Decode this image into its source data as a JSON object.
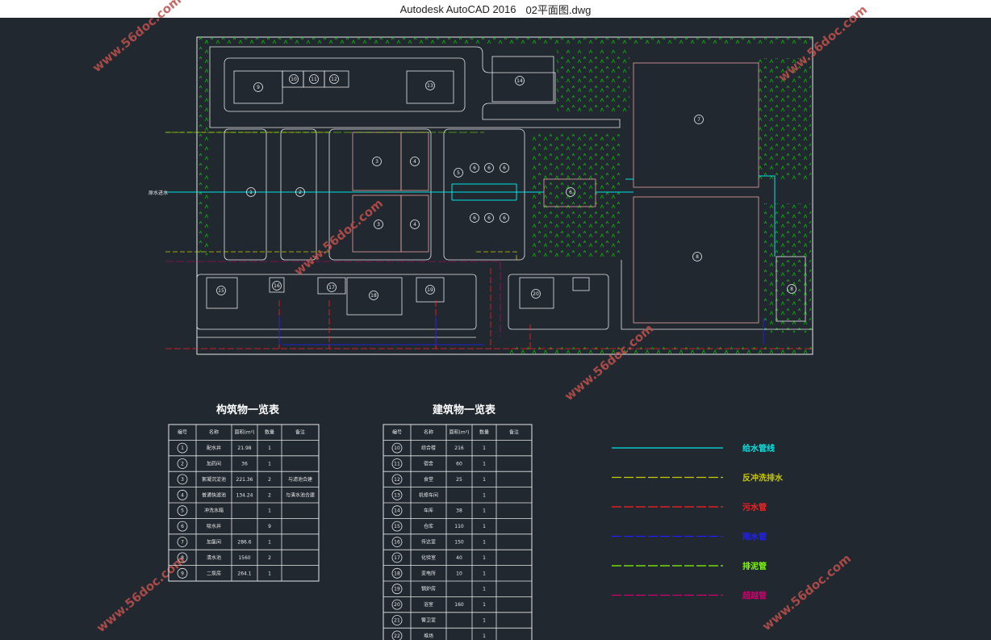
{
  "window": {
    "app_name": "Autodesk AutoCAD 2016",
    "file_name": "02平面图.dwg"
  },
  "watermark": "www.56doc.com",
  "colors": {
    "background": "#212830",
    "water": "#00e5e5",
    "backwash": "#c8c800",
    "sewage": "#ff2020",
    "rain": "#2020ff",
    "drain": "#7fff00",
    "pipe_other": "#d0006f",
    "label": "#ff00ff",
    "grass": "#00c000"
  },
  "plan": {
    "inlet_label": "原水进水",
    "structure_numbers": [
      "1",
      "2",
      "3",
      "4",
      "3",
      "4",
      "5",
      "6",
      "6",
      "6",
      "6",
      "6",
      "6",
      "6",
      "7",
      "8",
      "8",
      "9",
      "10",
      "11",
      "12",
      "13",
      "14",
      "15",
      "16",
      "17",
      "18",
      "19",
      "20"
    ]
  },
  "structures_table": {
    "title": "构筑物一览表",
    "headers": [
      "编号",
      "名称",
      "面积(m²)",
      "数量",
      "备注"
    ],
    "rows": [
      [
        "1",
        "配水井",
        "21.98",
        "1",
        ""
      ],
      [
        "2",
        "加药间",
        "36",
        "1",
        ""
      ],
      [
        "3",
        "絮凝沉淀池",
        "221.36",
        "2",
        "与滤池合建"
      ],
      [
        "4",
        "普通快滤池",
        "134.24",
        "2",
        "与清水池合建"
      ],
      [
        "5",
        "冲洗水箱",
        "",
        "1",
        ""
      ],
      [
        "6",
        "吸水井",
        "",
        "9",
        ""
      ],
      [
        "7",
        "加氯间",
        "286.6",
        "1",
        ""
      ],
      [
        "8",
        "清水池",
        "1560",
        "2",
        ""
      ],
      [
        "9",
        "二泵房",
        "264.1",
        "1",
        ""
      ]
    ]
  },
  "buildings_table": {
    "title": "建筑物一览表",
    "headers": [
      "编号",
      "名称",
      "面积(m²)",
      "数量",
      "备注"
    ],
    "rows": [
      [
        "10",
        "综合楼",
        "216",
        "1",
        ""
      ],
      [
        "11",
        "宿舍",
        "60",
        "1",
        ""
      ],
      [
        "12",
        "食堂",
        "25",
        "1",
        ""
      ],
      [
        "13",
        "机修车间",
        "",
        "1",
        ""
      ],
      [
        "14",
        "车库",
        "38",
        "1",
        ""
      ],
      [
        "15",
        "仓库",
        "110",
        "1",
        ""
      ],
      [
        "16",
        "传达室",
        "150",
        "1",
        ""
      ],
      [
        "17",
        "化验室",
        "40",
        "1",
        ""
      ],
      [
        "18",
        "变电所",
        "10",
        "1",
        ""
      ],
      [
        "19",
        "锅炉房",
        "",
        "1",
        ""
      ],
      [
        "20",
        "浴室",
        "160",
        "1",
        ""
      ],
      [
        "21",
        "警卫室",
        "",
        "1",
        ""
      ],
      [
        "22",
        "堆场",
        "",
        "1",
        ""
      ]
    ]
  },
  "legend": [
    {
      "label": "给水管线",
      "color": "#00e5e5"
    },
    {
      "label": "反冲洗排水",
      "color": "#c8c800"
    },
    {
      "label": "污水管",
      "color": "#ff2020"
    },
    {
      "label": "雨水管",
      "color": "#2020ff"
    },
    {
      "label": "排泥管",
      "color": "#7fff00"
    },
    {
      "label": "超越管",
      "color": "#d0006f"
    }
  ]
}
